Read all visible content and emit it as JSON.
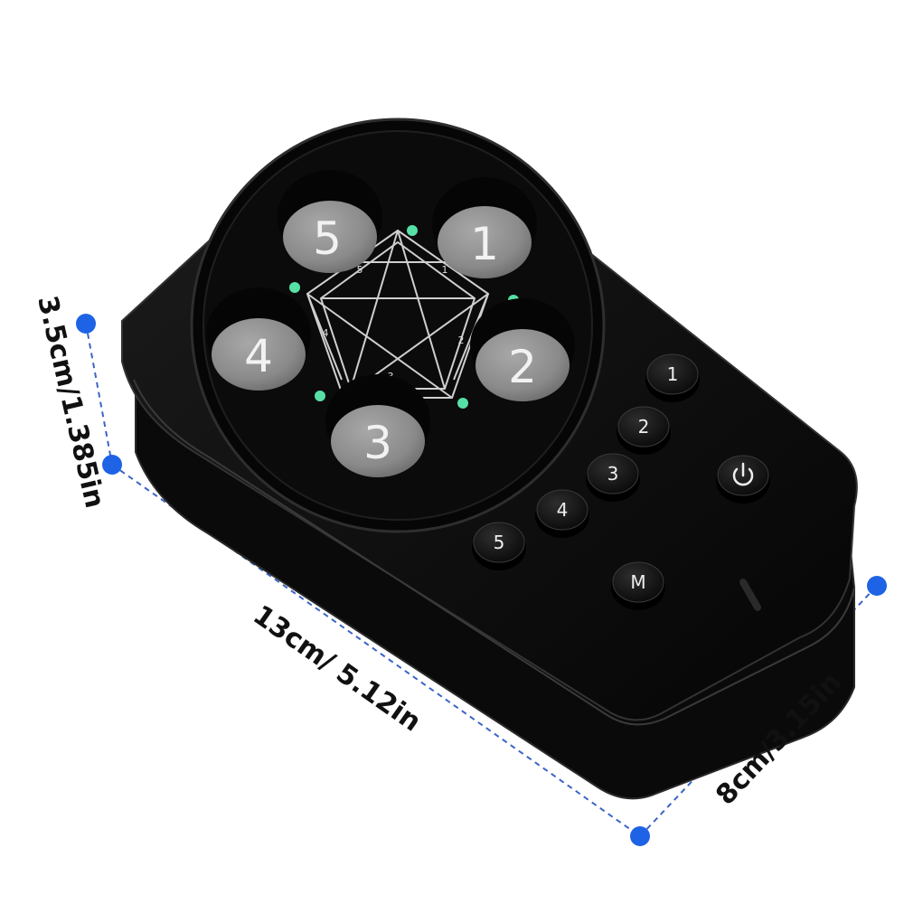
{
  "colors": {
    "device_body": "#0b0b0b",
    "device_edge": "#222222",
    "pad_fill": "#8d8d8d",
    "indicator_light": "#57e0a6",
    "dimension_line": "#3b64c8",
    "dimension_dot": "#1e63e6",
    "label_text": "#111111"
  },
  "dimensions": {
    "height_label": "3.5cm/1.385in",
    "length_label": "13cm/ 5.12in",
    "width_label": "8cm/3.15in"
  },
  "device": {
    "target_pads": [
      "5",
      "1",
      "4",
      "2",
      "3"
    ],
    "star_labels": [
      "5",
      "1",
      "4",
      "2",
      "3"
    ],
    "keypad_buttons": [
      "1",
      "2",
      "3",
      "4",
      "5"
    ],
    "mode_button": "M",
    "power_icon": "power-icon"
  }
}
